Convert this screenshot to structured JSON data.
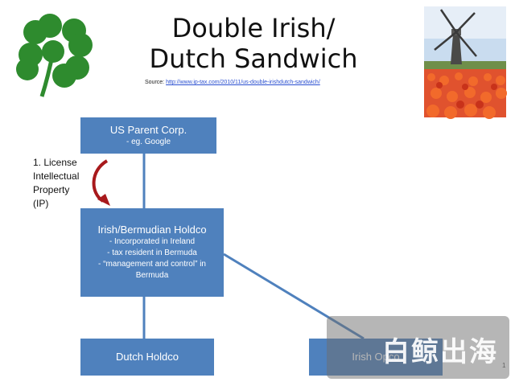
{
  "title": {
    "line1": "Double Irish/",
    "line2": "Dutch Sandwich"
  },
  "source": {
    "label": "Source:",
    "url": "http://www.ip-tax.com/2010/11/us-double-irishdutch-sandwich/"
  },
  "boxes": {
    "us_parent": {
      "title": "US Parent Corp.",
      "lines": [
        "- eg. Google"
      ]
    },
    "irish_holdco": {
      "title": "Irish/Bermudian Holdco",
      "lines": [
        "- Incorporated in Ireland",
        "-  tax resident in Bermuda",
        "- “management and control” in",
        "Bermuda"
      ]
    },
    "dutch_holdco": {
      "title": "Dutch Holdco"
    },
    "irish_opco": {
      "title": "Irish Opco"
    }
  },
  "license_note": {
    "lines": [
      "1. License",
      "Intellectual",
      "Property",
      "(IP)"
    ]
  },
  "page_number": "1",
  "watermark": {
    "text": "白鲸出海"
  },
  "colors": {
    "box_fill": "#4f81bd",
    "connector": "#4f81bd",
    "arrow": "#a8191c",
    "clover": "#2e8b2e"
  },
  "icons": {
    "clover": "four-leaf-clover-icon",
    "windmill": "windmill-photo",
    "arrow": "curved-arrow-icon"
  }
}
